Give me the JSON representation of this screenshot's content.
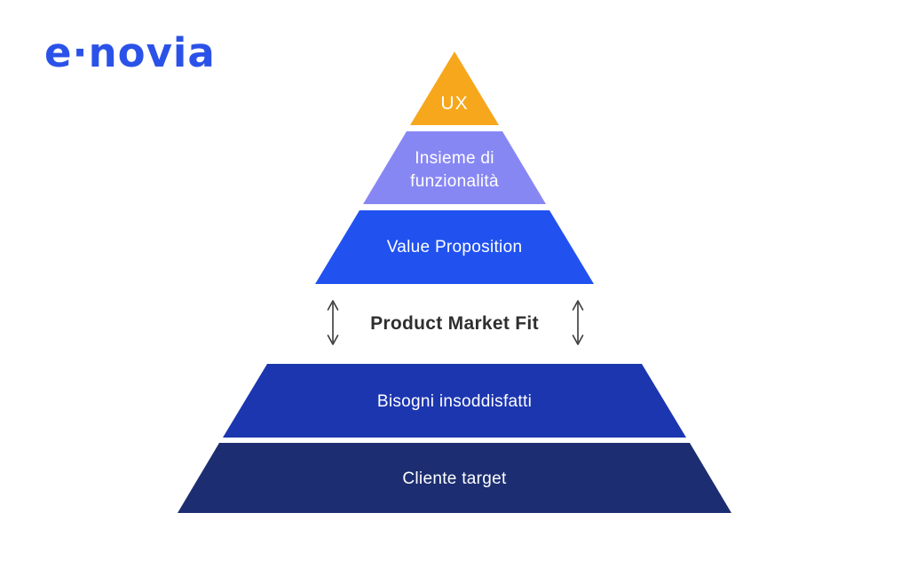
{
  "slide": {
    "background_color": "#ffffff"
  },
  "logo": {
    "text": "e·novia",
    "color": "#2b52e8"
  },
  "pyramid": {
    "tiers": [
      {
        "label": "UX",
        "color": "#f7a71c",
        "text_color": "#ffffff"
      },
      {
        "label": "Insieme di funzionalità",
        "lines": [
          "Insieme di",
          "funzionalità"
        ],
        "color": "#8787f4",
        "text_color": "#ffffff"
      },
      {
        "label": "Value Proposition",
        "color": "#2152f0",
        "text_color": "#ffffff"
      },
      {
        "label": "Bisogni insoddisfatti",
        "color": "#1c36b0",
        "text_color": "#ffffff"
      },
      {
        "label": "Cliente target",
        "color": "#1c2e71",
        "text_color": "#ffffff"
      }
    ]
  },
  "annotation": {
    "label": "Product Market Fit",
    "text_color": "#2f2f2f",
    "arrow_color": "#3a3a3a",
    "arrow_icon": "vertical-double-arrow"
  }
}
